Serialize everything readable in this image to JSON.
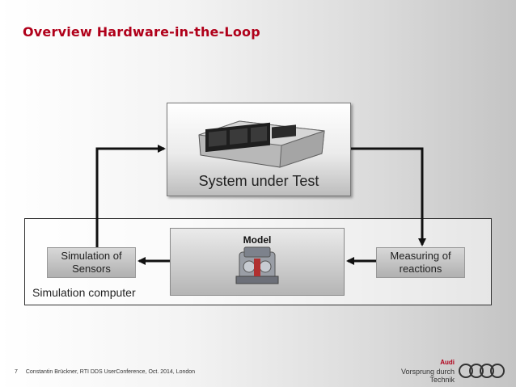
{
  "slide": {
    "title": "Overview Hardware-in-the-Loop",
    "page_number": "7",
    "footer_text": "Constantin Brückner, RTI DDS UserConference, Oct. 2014, London",
    "brand": "Audi",
    "slogan": "Vorsprung durch Technik"
  },
  "diagram": {
    "system_under_test": "System under Test",
    "simulation_computer": "Simulation computer",
    "model": "Model",
    "sensors": "Simulation of\nSensors",
    "reactions": "Measuring of\nreactions"
  },
  "colors": {
    "accent": "#b0001a",
    "arrow": "#111111"
  }
}
